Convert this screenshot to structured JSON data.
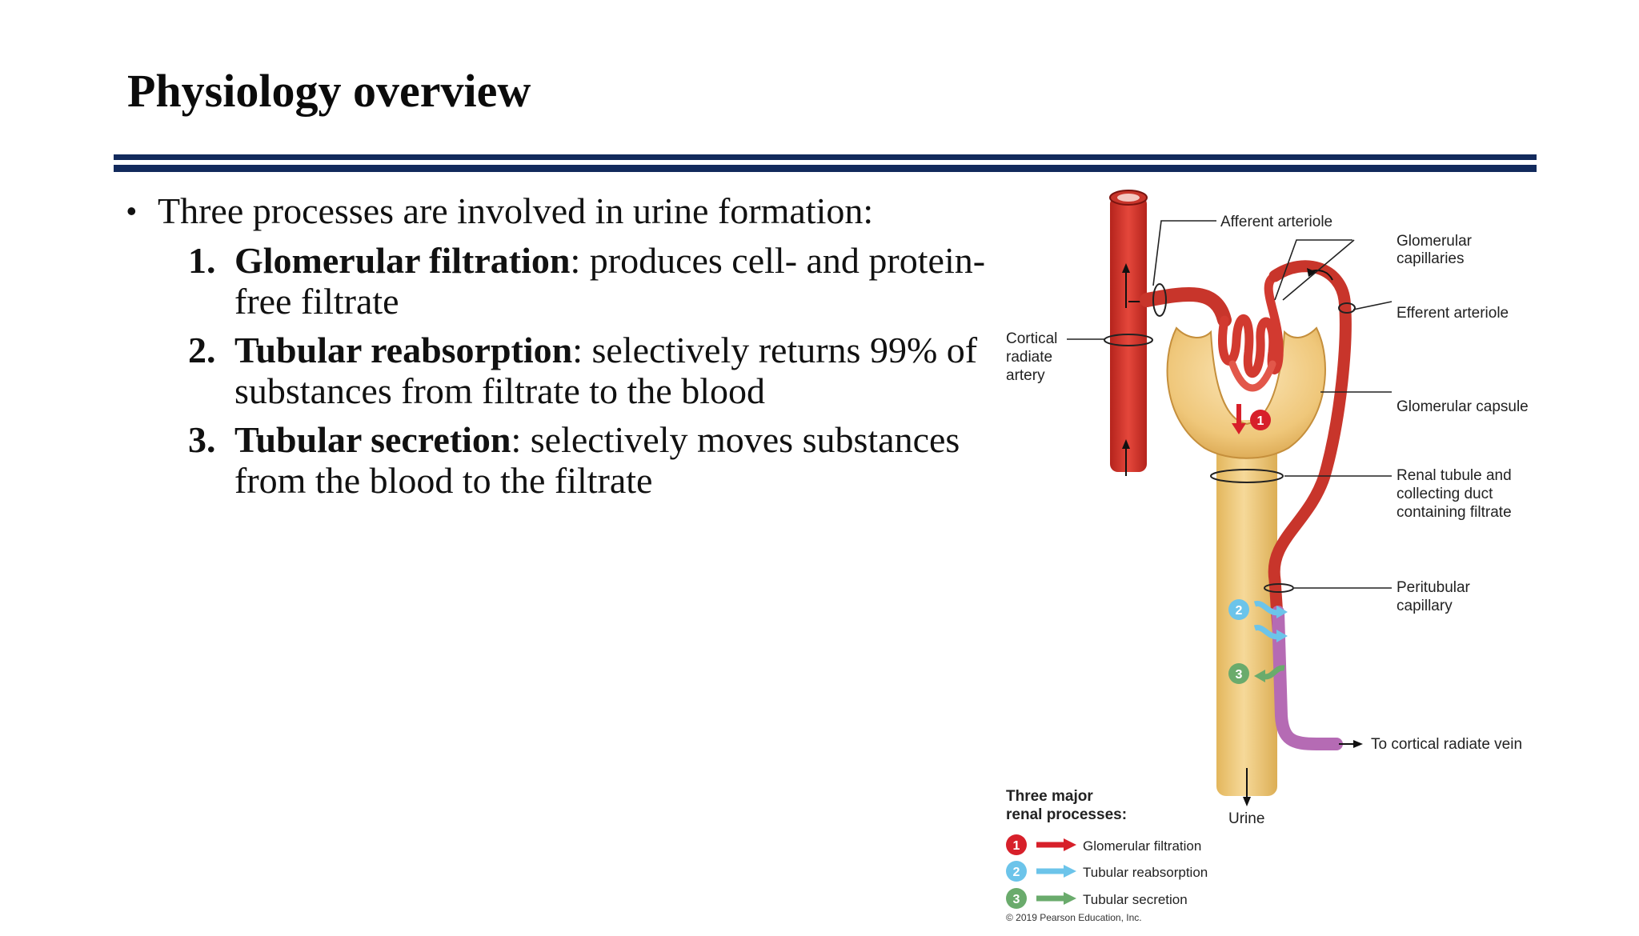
{
  "title": "Physiology overview",
  "intro": "Three processes are involved in urine formation:",
  "steps": [
    {
      "num": "1.",
      "term": "Glomerular filtration",
      "desc": ": produces cell- and protein-free filtrate"
    },
    {
      "num": "2.",
      "term": "Tubular reabsorption",
      "desc": ": selectively returns 99% of substances from filtrate to the blood"
    },
    {
      "num": "3.",
      "term": "Tubular secretion",
      "desc": ": selectively moves substances from the blood to the filtrate"
    }
  ],
  "figure": {
    "labels": {
      "afferent": "Afferent arteriole",
      "glom_cap_1": "Glomerular",
      "glom_cap_2": "capillaries",
      "efferent": "Efferent arteriole",
      "cortical_1": "Cortical",
      "cortical_2": "radiate",
      "cortical_3": "artery",
      "capsule": "Glomerular capsule",
      "tubule_1": "Renal tubule and",
      "tubule_2": "collecting duct",
      "tubule_3": "containing filtrate",
      "peritub_1": "Peritubular",
      "peritub_2": "capillary",
      "vein": "To cortical radiate vein",
      "urine": "Urine"
    },
    "legend_title_1": "Three major",
    "legend_title_2": "renal processes:",
    "legend": [
      {
        "num": "1",
        "label": "Glomerular filtration",
        "color": "#d7202a"
      },
      {
        "num": "2",
        "label": "Tubular reabsorption",
        "color": "#6cc4ea"
      },
      {
        "num": "3",
        "label": "Tubular secretion",
        "color": "#6aab6c"
      }
    ],
    "copyright": "© 2019 Pearson Education, Inc."
  }
}
